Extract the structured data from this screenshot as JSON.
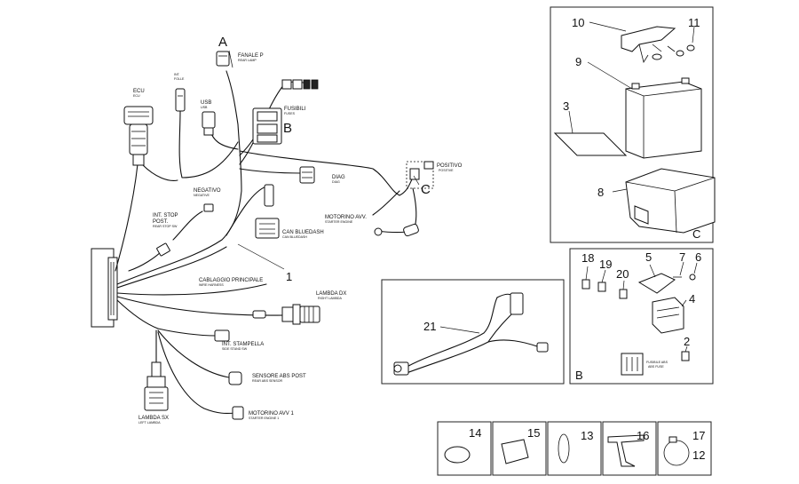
{
  "main_harness": {
    "letters": {
      "a": "A",
      "b": "B",
      "c": "C"
    },
    "labels": {
      "fanale": "FANALE P",
      "fanale_sub": "REAR LAMP",
      "int_folle": "INT.",
      "int_folle2": "FOLLE",
      "ecu": "ECU",
      "ecu_sub": "ECU",
      "usb": "USB",
      "usb_sub": "USB",
      "fusibili": "FUSIBILI",
      "fusibili_sub": "FUSES",
      "positivo": "POSITIVO",
      "positivo_sub": "POSITIVE",
      "negativo": "NEGATIVO",
      "negativo_sub": "NEGATIVE",
      "diag": "DIAG",
      "diag_sub": "DIAG",
      "int_stop": "INT. STOP",
      "int_stop2": "POST.",
      "int_stop_sub": "REAR STOP SW",
      "motorino_avv": "MOTORINO AVV.",
      "motorino_avv_sub": "STARTER ENGINE",
      "can": "CAN BLUEDASH",
      "can_sub": "CAN BLUEDASH",
      "cablaggio": "CABLAGGIO PRINCIPALE",
      "cablaggio_sub": "WIRE HARNESS",
      "lambda_dx": "LAMBDA DX",
      "lambda_dx_sub": "RIGHT LAMBDA",
      "int_stampella": "INT. STAMPELLA",
      "int_stampella_sub": "SIDE STAND SW",
      "sensore_abs": "SENSORE ABS POST",
      "sensore_abs_sub": "REAR ABS SENSOR",
      "lambda_sx": "LAMBDA SX",
      "lambda_sx_sub": "LEFT LAMBDA",
      "motorino_1": "MOTORINO AVV 1",
      "motorino_1_sub": "STARTER ENGINE 1"
    },
    "ref": "1"
  },
  "battery_panel": {
    "letter": "C",
    "refs": [
      "10",
      "11",
      "9",
      "3",
      "8"
    ]
  },
  "fuse_panel": {
    "letter": "B",
    "refs": [
      "18",
      "19",
      "20",
      "5",
      "7",
      "6",
      "4",
      "2"
    ],
    "label": "FUSIBILE ABS",
    "label_sub": "ABS FUSE"
  },
  "sub_harness": {
    "ref": "21"
  },
  "clips": {
    "refs": [
      "14",
      "15",
      "13",
      "16",
      "17",
      "12"
    ]
  }
}
